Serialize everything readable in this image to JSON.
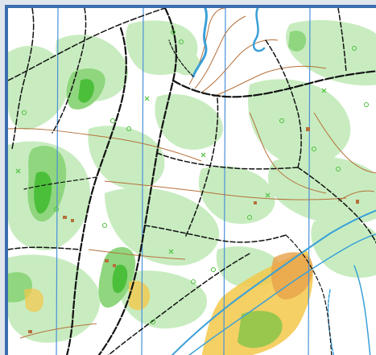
{
  "map": {
    "style": "orienteering-map",
    "colors": {
      "frame": "#3c6fb0",
      "background": "#ffffff",
      "light_green": "#c8ecc0",
      "medium_green": "#8fd67e",
      "dark_green": "#4cbf3a",
      "track": "#111111",
      "contour": "#b5703a",
      "water": "#3aa0d8",
      "magnetic_north_lines": "#4a90d9",
      "yellow_open": "#f3c84a",
      "orange_rough": "#e8a14a"
    },
    "features": [
      "forest-light",
      "forest-medium",
      "forest-dense",
      "tracks",
      "contours",
      "streams",
      "meridian-lines",
      "rough-open-land"
    ]
  }
}
